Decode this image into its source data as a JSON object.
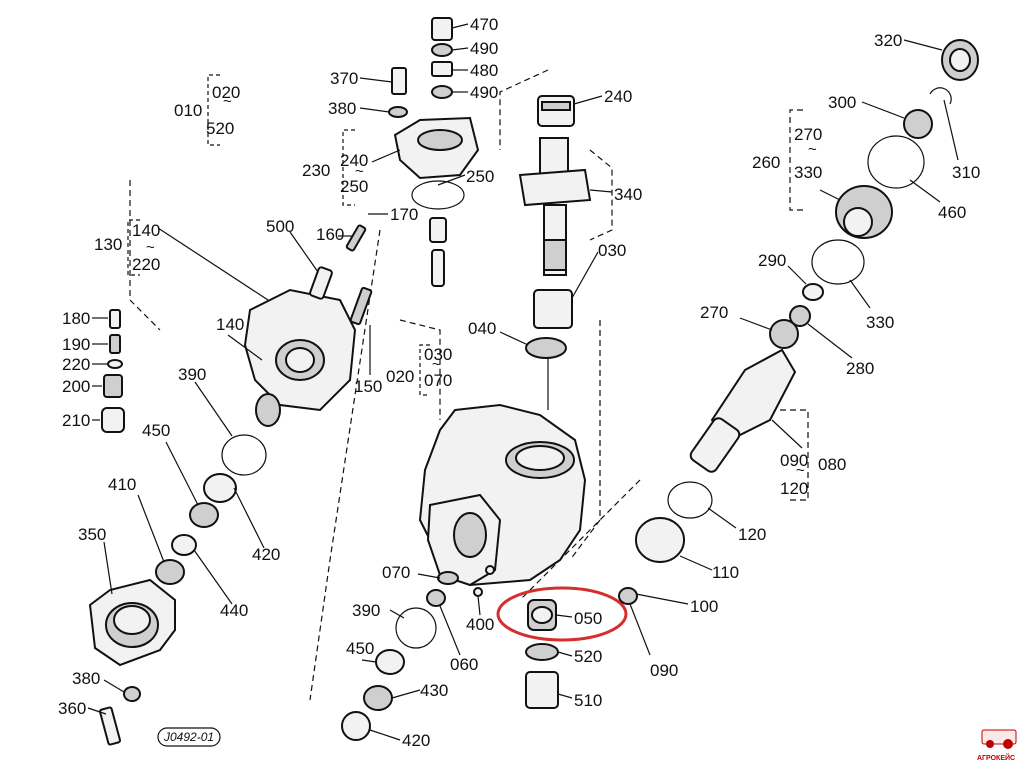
{
  "diagram": {
    "callouts": [
      "470",
      "490",
      "480",
      "490",
      "370",
      "380",
      "240",
      "020",
      "520",
      "010",
      "230",
      "240",
      "250",
      "250",
      "170",
      "340",
      "030",
      "160",
      "500",
      "130",
      "140",
      "220",
      "180",
      "190",
      "220",
      "200",
      "210",
      "140",
      "390",
      "150",
      "020",
      "030",
      "070",
      "040",
      "320",
      "300",
      "270",
      "330",
      "260",
      "310",
      "460",
      "290",
      "330",
      "270",
      "280",
      "090",
      "080",
      "120",
      "450",
      "410",
      "350",
      "420",
      "440",
      "120",
      "110",
      "100",
      "070",
      "390",
      "400",
      "060",
      "050",
      "520",
      "090",
      "450",
      "430",
      "380",
      "360",
      "510",
      "420"
    ],
    "drawing_code": "J0492-01",
    "highlighted_part": "050",
    "highlight_color": "#d32f2f",
    "watermark_text": "АГРОКЕЙС"
  }
}
